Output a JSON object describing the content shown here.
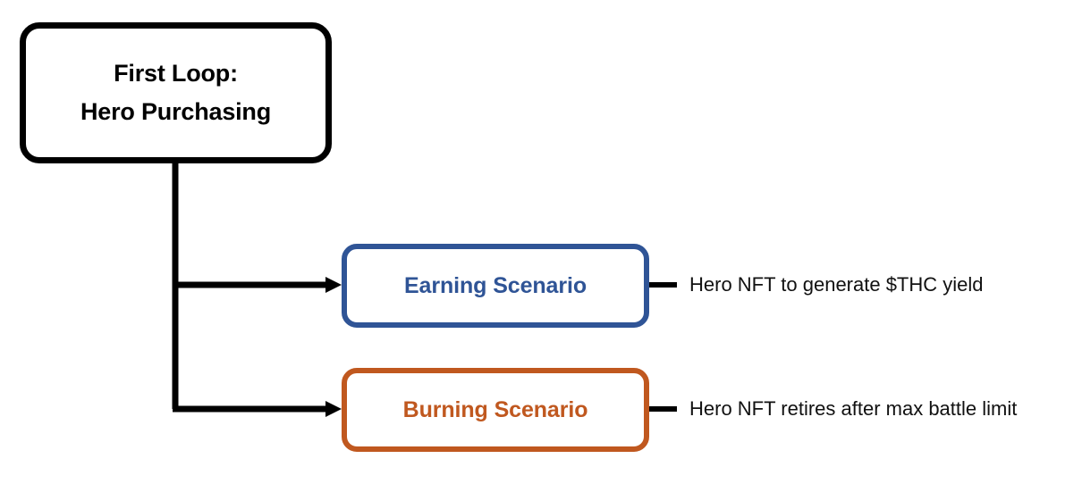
{
  "diagram": {
    "title_node": {
      "line1": "First Loop:",
      "line2": "Hero Purchasing",
      "border_color": "#000000",
      "text_color": "#000000"
    },
    "branches": [
      {
        "key": "earning",
        "label": "Earning Scenario",
        "color": "#2F5496",
        "annotation": "Hero NFT to generate $THC yield"
      },
      {
        "key": "burning",
        "label": "Burning Scenario",
        "color": "#C0581F",
        "annotation": "Hero NFT retires after max battle limit"
      }
    ],
    "connector_color": "#000000"
  }
}
